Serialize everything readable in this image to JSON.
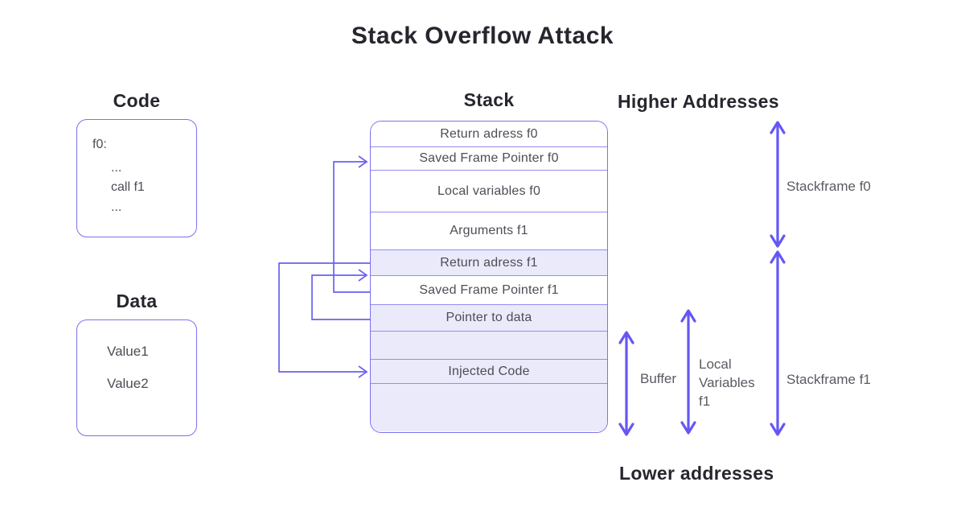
{
  "title": "Stack Overflow Attack",
  "colors": {
    "accent_border": "#7b72ee",
    "accent_line": "#6a61f1",
    "accent_arrow": "#6557f4",
    "row_highlight": "#eaeafb",
    "heading_text": "#26262e",
    "body_text": "#4d4d56",
    "label_text": "#5a5a63"
  },
  "code_panel": {
    "heading": "Code",
    "lines": [
      "f0:",
      "...",
      "call f1",
      "..."
    ]
  },
  "data_panel": {
    "heading": "Data",
    "values": [
      "Value1",
      "Value2"
    ]
  },
  "stack_panel": {
    "heading": "Stack",
    "rows": [
      {
        "label": "Return adress f0",
        "highlighted": false
      },
      {
        "label": "Saved Frame Pointer f0",
        "highlighted": false
      },
      {
        "label": "Local variables f0",
        "highlighted": false
      },
      {
        "label": "Arguments f1",
        "highlighted": false
      },
      {
        "label": "Return adress f1",
        "highlighted": true
      },
      {
        "label": "Saved Frame Pointer f1",
        "highlighted": false
      },
      {
        "label": "Pointer to data",
        "highlighted": true
      },
      {
        "label": "",
        "highlighted": true
      },
      {
        "label": "Injected Code",
        "highlighted": true
      },
      {
        "label": "",
        "highlighted": true
      }
    ]
  },
  "annotations": {
    "higher_addresses": "Higher Addresses",
    "lower_addresses": "Lower addresses",
    "stackframe_f0": "Stackframe f0",
    "stackframe_f1": "Stackframe f1",
    "buffer": "Buffer",
    "local_variables_f1": [
      "Local",
      "Variables",
      "f1"
    ]
  },
  "arrows": [
    {
      "from": "Saved Frame Pointer f1",
      "to": "Saved Frame Pointer f0"
    },
    {
      "from": "Pointer to data",
      "to": "Return adress f1"
    },
    {
      "from": "Return adress f1",
      "to": "Injected Code"
    },
    {
      "range": "Stackframe f0",
      "spans": "Return adress f0 through Arguments f1"
    },
    {
      "range": "Stackframe f1",
      "spans": "Return adress f1 through stack bottom"
    },
    {
      "range": "Buffer",
      "spans": "below Pointer to data through stack bottom"
    },
    {
      "range": "Local Variables f1",
      "spans": "Pointer to data through stack bottom"
    }
  ]
}
